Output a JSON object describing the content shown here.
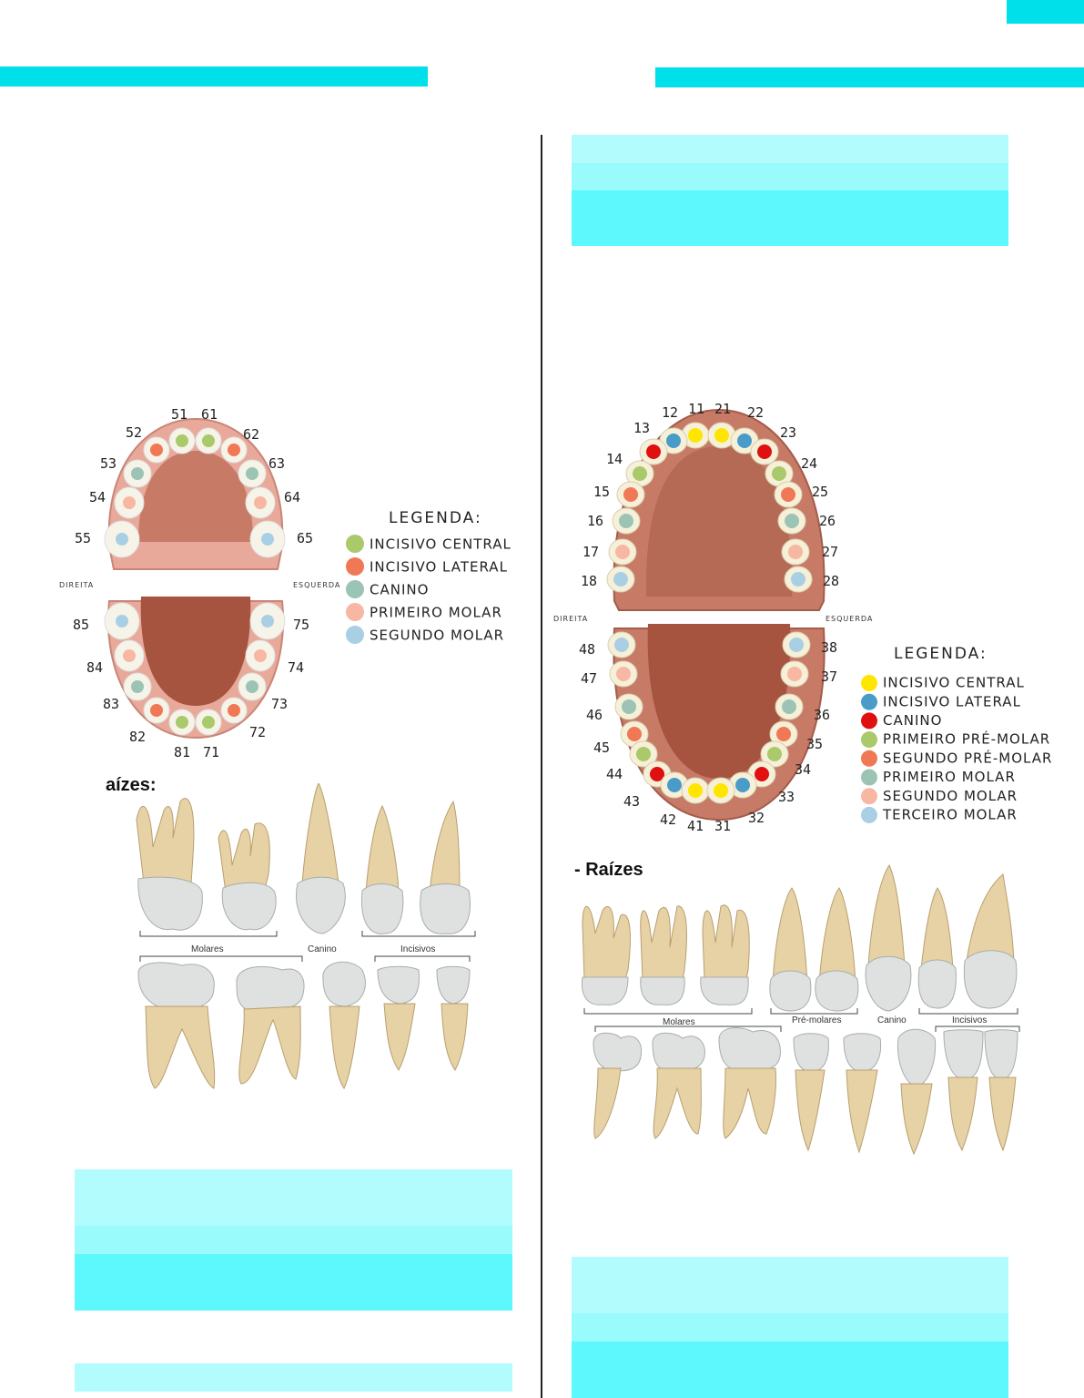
{
  "colors": {
    "accent_bar": "#00e0eb",
    "highlight_light": "#b3fcfd",
    "highlight_mid": "#99fbfc",
    "highlight_strong": "#5cf8fd",
    "gum": "#e8a99a",
    "palate": "#c77a66",
    "tongue": "#a6533f"
  },
  "left_diagram": {
    "upper_numbers": [
      "51",
      "61",
      "52",
      "62",
      "53",
      "63",
      "54",
      "64",
      "55",
      "65"
    ],
    "lower_numbers": [
      "85",
      "75",
      "84",
      "74",
      "83",
      "73",
      "82",
      "72",
      "81",
      "71"
    ],
    "side_right": "DIREITA",
    "side_left": "ESQUERDA",
    "legend_title": "LEGENDA:",
    "legend": [
      {
        "label": "INCISIVO CENTRAL",
        "color": "#a9c96a"
      },
      {
        "label": "INCISIVO LATERAL",
        "color": "#f07855"
      },
      {
        "label": "CANINO",
        "color": "#9cc4b5"
      },
      {
        "label": "PRIMEIRO MOLAR",
        "color": "#f7b7a3"
      },
      {
        "label": "SEGUNDO MOLAR",
        "color": "#a9cfe4"
      }
    ],
    "section_label": "aízes:",
    "tooth_groups": [
      "Molares",
      "Canino",
      "Incisivos"
    ]
  },
  "right_diagram": {
    "upper_numbers": [
      "11",
      "21",
      "12",
      "22",
      "13",
      "23",
      "14",
      "24",
      "15",
      "25",
      "16",
      "26",
      "17",
      "27",
      "18",
      "28"
    ],
    "lower_numbers": [
      "48",
      "38",
      "47",
      "37",
      "46",
      "36",
      "45",
      "35",
      "44",
      "34",
      "43",
      "33",
      "42",
      "32",
      "41",
      "31"
    ],
    "side_right": "DIREITA",
    "side_left": "ESQUERDA",
    "legend_title": "LEGENDA:",
    "legend": [
      {
        "label": "INCISIVO CENTRAL",
        "color": "#ffe600"
      },
      {
        "label": "INCISIVO LATERAL",
        "color": "#4a9cc8"
      },
      {
        "label": "CANINO",
        "color": "#e01010"
      },
      {
        "label": "PRIMEIRO PRÉ-MOLAR",
        "color": "#a9c96a"
      },
      {
        "label": "SEGUNDO PRÉ-MOLAR",
        "color": "#f07855"
      },
      {
        "label": "PRIMEIRO MOLAR",
        "color": "#9cc4b5"
      },
      {
        "label": "SEGUNDO MOLAR",
        "color": "#f7b7a3"
      },
      {
        "label": "TERCEIRO MOLAR",
        "color": "#a9cfe4"
      }
    ],
    "section_label": "- Raízes",
    "tooth_groups": [
      "Molares",
      "Pré-molares",
      "Canino",
      "Incisivos"
    ]
  }
}
